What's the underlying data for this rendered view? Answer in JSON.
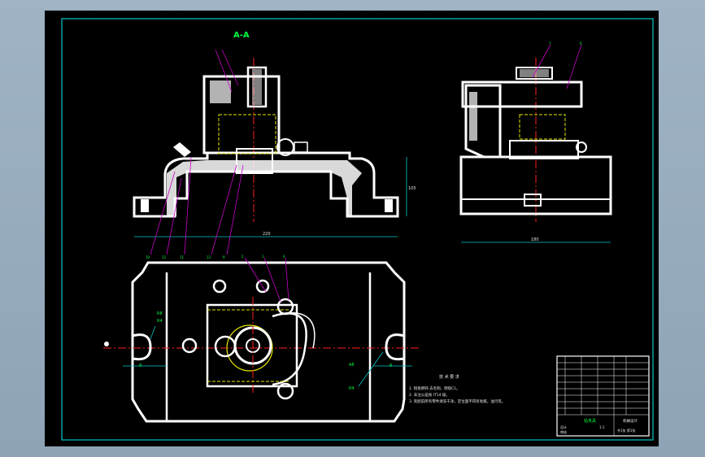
{
  "drawing": {
    "section_label": "A-A",
    "dims": {
      "front_height": "105",
      "front_width": "220",
      "side_width": "180",
      "top_r8_left": "R8",
      "top_r4_left": "R4",
      "top_8_left": "8",
      "top_a8_right": "A8",
      "top_r4_right": "R4",
      "top_8_right": "8"
    },
    "balloons_front": [
      "10",
      "12",
      "11",
      "13",
      "9"
    ],
    "balloons_top": [
      "2",
      "1",
      "4"
    ],
    "balloons_side": [
      "7",
      "6"
    ],
    "tech_req": {
      "title": "技 术 要 求",
      "lines": [
        "1. 锐角倒钝 去毛刺，倒角C1。",
        "2. 未注公差按 IT14 级。",
        "3. 装配前所有零件清洗干净，定位面不得有划痕，油污等。"
      ]
    },
    "title_block": {
      "part_name": "钻夹具",
      "company": "机械设计",
      "designer": "设计",
      "checker": "审核",
      "scale": "1:1",
      "sheet": "共1张 第1张"
    }
  },
  "colors": {
    "background": "#000000",
    "frame": "#00c8c8",
    "part": "#ffffff",
    "centerline": "#ff2020",
    "dimension": "#00c8c8",
    "label": "#00ff40",
    "leader": "#c800c8",
    "hidden": "#e6e600"
  }
}
